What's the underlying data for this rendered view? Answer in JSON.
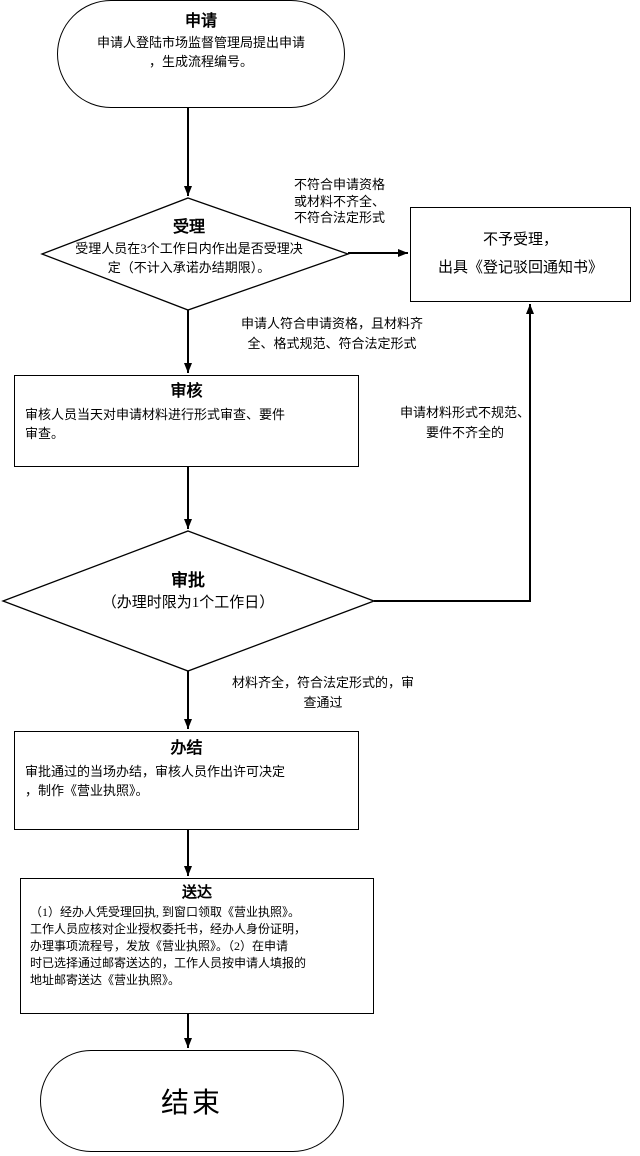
{
  "nodes": {
    "start": {
      "title": "申请",
      "body": "申请人登陆市场监督管理局提出申请\n，生成流程编号。"
    },
    "accept": {
      "title": "受理",
      "body": "受理人员在3个工作日内作出是否受理决\n定（不计入承诺办结期限）。"
    },
    "reject": {
      "body": "不予受理，\n出具《登记驳回通知书》"
    },
    "review": {
      "title": "审核",
      "body": "审核人员当天对申请材料进行形式审查、要件\n审查。"
    },
    "approve": {
      "title": "审批",
      "subtitle": "（办理时限为1个工作日）"
    },
    "complete": {
      "title": "办结",
      "body": "审批通过的当场办结，审核人员作出许可决定\n，制作《营业执照》。"
    },
    "deliver": {
      "title": "送达",
      "body": "（1）经办人凭受理回执, 到窗口领取《营业执照》。\n工作人员应核对企业授权委托书，经办人身份证明，\n办理事项流程号，发放《营业执照》。（2）在申请\n时已选择通过邮寄送达的，工作人员按申请人填报的\n地址邮寄送达《营业执照》。"
    },
    "end": {
      "title": "结束"
    }
  },
  "labels": {
    "reject_condition": "不符合申请资格\n或材料不齐全、\n不符合法定形式",
    "accept_condition": "申请人符合申请资格，且材料齐\n全、格式规范、符合法定形式",
    "return_condition": "申请材料形式不规范、\n要件不齐全的",
    "pass_condition": "材料齐全，符合法定形式的，审\n查通过"
  },
  "colors": {
    "stroke": "#000000",
    "fill": "#ffffff"
  }
}
